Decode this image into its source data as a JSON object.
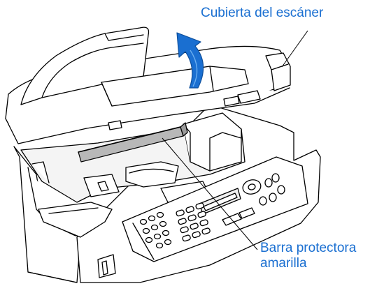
{
  "colors": {
    "label": "#1a6fd1",
    "arrow": "#1a6fd1",
    "arrow_dark": "#0e4f9c",
    "line": "#000000",
    "body_fill": "#ffffff",
    "shade": "#b8b8b8"
  },
  "labels": {
    "scanner_cover": "Cubierta del escáner",
    "protector_bar_line1": "Barra protectora",
    "protector_bar_line2": "amarilla"
  },
  "icons": {
    "open_arrow": "curved-up-arrow-icon"
  }
}
